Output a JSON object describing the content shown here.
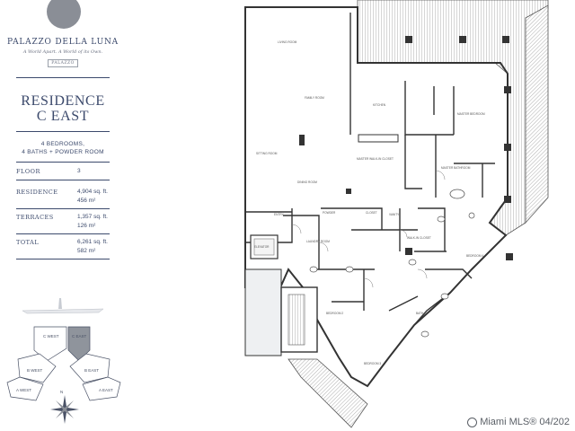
{
  "brand": {
    "title": "PALAZZO DELLA LUNA",
    "tagline": "A World Apart. A World of its Own.",
    "mark": "PALAZZO"
  },
  "residence": {
    "title_line1": "RESIDENCE",
    "title_line2": "C EAST",
    "bedrooms": "4 BEDROOMS,",
    "baths": "4 BATHS + POWDER ROOM"
  },
  "specs": [
    {
      "label": "FLOOR",
      "value": "3",
      "value2": ""
    },
    {
      "label": "RESIDENCE",
      "value": "4,904 sq. ft.",
      "value2": "456 m²"
    },
    {
      "label": "TERRACES",
      "value": "1,357 sq. ft.",
      "value2": "126 m²"
    },
    {
      "label": "TOTAL",
      "value": "6,261 sq. ft.",
      "value2": "582 m²"
    }
  ],
  "keyplan": {
    "units": [
      "C WEST",
      "C EAST",
      "B WEST",
      "B EAST",
      "A WEST",
      "A EAST"
    ],
    "compass": "N"
  },
  "rooms": {
    "living": "LIVING ROOM",
    "family": "FAMILY ROOM",
    "kitchen": "KITCHEN",
    "master_bedroom": "MASTER BEDROOM",
    "sitting": "SITTING ROOM",
    "dining": "DINING ROOM",
    "master_walkin": "MASTER WALK-IN CLOSET",
    "master_bath": "MASTER BATHROOM",
    "powder": "POWDER",
    "closet": "CLOSET",
    "entry": "ENTRY",
    "vanity": "VANITY",
    "elevator": "ELEVATOR",
    "laundry": "LAUNDRY ROOM",
    "walkin": "WALK-IN CLOSET",
    "bedroom4": "BEDROOM 4",
    "bedroom2": "BEDROOM 2",
    "bedroom3": "BEDROOM 3",
    "bath": "BATH"
  },
  "watermark": "Miami MLS® 04/202"
}
